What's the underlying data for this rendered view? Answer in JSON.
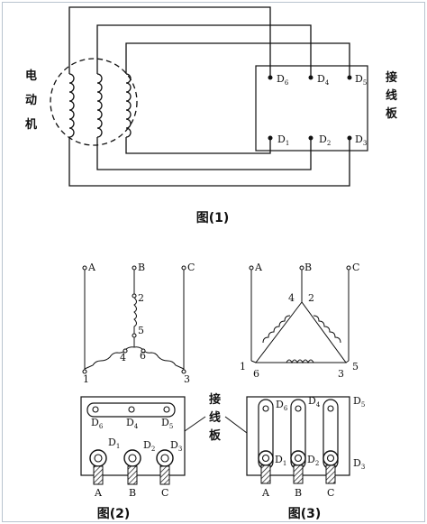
{
  "figure1": {
    "motor_label": [
      "电",
      "动",
      "机"
    ],
    "board_label": [
      "接",
      "线",
      "板"
    ],
    "top_terminals": [
      {
        "letter": "D",
        "sub": "6"
      },
      {
        "letter": "D",
        "sub": "4"
      },
      {
        "letter": "D",
        "sub": "5"
      }
    ],
    "bottom_terminals": [
      {
        "letter": "D",
        "sub": "1"
      },
      {
        "letter": "D",
        "sub": "2"
      },
      {
        "letter": "D",
        "sub": "3"
      }
    ],
    "caption": "图(1)"
  },
  "star": {
    "lines": [
      "A",
      "B",
      "C"
    ],
    "numbers": [
      "2",
      "5",
      "4",
      "6",
      "1",
      "3"
    ]
  },
  "delta": {
    "lines": [
      "A",
      "B",
      "C"
    ],
    "numbers": [
      "4",
      "2",
      "1",
      "6",
      "3",
      "5"
    ]
  },
  "board2": {
    "top_terminals": [
      {
        "letter": "D",
        "sub": "6"
      },
      {
        "letter": "D",
        "sub": "4"
      },
      {
        "letter": "D",
        "sub": "5"
      }
    ],
    "bottom_terminals": [
      {
        "letter": "D",
        "sub": "1"
      },
      {
        "letter": "D",
        "sub": "2"
      },
      {
        "letter": "D",
        "sub": "3"
      }
    ],
    "phases": [
      "A",
      "B",
      "C"
    ],
    "caption": "图(2)"
  },
  "board3": {
    "top_terminals": [
      {
        "letter": "D",
        "sub": "6"
      },
      {
        "letter": "D",
        "sub": "4"
      },
      {
        "letter": "D",
        "sub": "5"
      }
    ],
    "bottom_terminals": [
      {
        "letter": "D",
        "sub": "1"
      },
      {
        "letter": "D",
        "sub": "2"
      },
      {
        "letter": "D",
        "sub": "3"
      }
    ],
    "phases": [
      "A",
      "B",
      "C"
    ],
    "caption": "图(3)"
  },
  "shared_board_label": [
    "接",
    "线",
    "板"
  ]
}
